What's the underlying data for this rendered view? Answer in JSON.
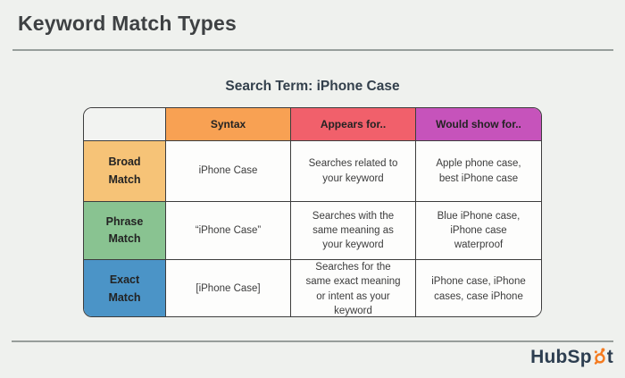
{
  "page": {
    "title": "Keyword Match Types",
    "subtitle": "Search Term: iPhone Case"
  },
  "table": {
    "columns": [
      {
        "label": "",
        "color": "#f2f3f1"
      },
      {
        "label": "Syntax",
        "color": "#f8a153"
      },
      {
        "label": "Appears for..",
        "color": "#f1606b"
      },
      {
        "label": "Would show for..",
        "color": "#c653bb"
      }
    ],
    "rows": [
      {
        "label": "Broad Match",
        "color": "#f6c377",
        "syntax": "iPhone Case",
        "appears_for": "Searches related to your keyword",
        "would_show_for": "Apple phone case, best iPhone case"
      },
      {
        "label": "Phrase Match",
        "color": "#89c391",
        "syntax": "“iPhone Case”",
        "appears_for": "Searches with the same meaning as your keyword",
        "would_show_for": "Blue iPhone case, iPhone case waterproof"
      },
      {
        "label": "Exact Match",
        "color": "#4b94c7",
        "syntax": "[iPhone Case]",
        "appears_for": "Searches for the same exact meaning or intent as your keyword",
        "would_show_for": "iPhone case, iPhone cases, case iPhone"
      }
    ]
  },
  "footer": {
    "brand_prefix": "HubSp",
    "brand_suffix": "t",
    "brand_color": "#2d3e50",
    "accent_color": "#f47b20",
    "sprocket_icon": "hubspot-sprocket"
  }
}
